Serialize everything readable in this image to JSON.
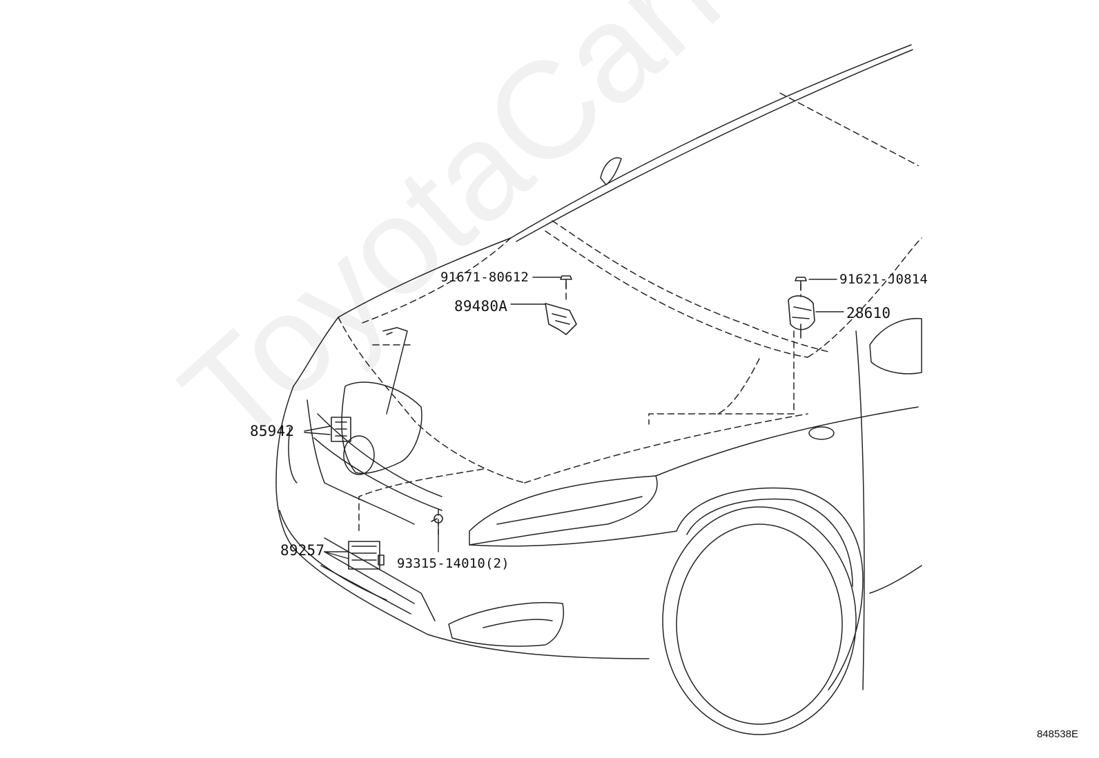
{
  "watermark": "ToyotaCarMine.ru",
  "diagram_code": "848538E",
  "parts": {
    "p1": "91671-80612",
    "p2": "89480A",
    "p3": "91621-J0814",
    "p4": "28610",
    "p5": "85942",
    "p6": "89257",
    "p7": "93315-14010(2)"
  }
}
